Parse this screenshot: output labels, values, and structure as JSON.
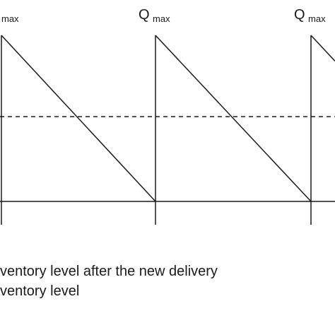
{
  "labels": {
    "qmax_main": "Q",
    "qmax_sub": "max",
    "qmax_partial_sub": "max"
  },
  "legend": [
    "ventory level after the new delivery",
    "ventory level"
  ],
  "colors": {
    "line": "#1a1a1a",
    "background": "#ffffff"
  }
}
